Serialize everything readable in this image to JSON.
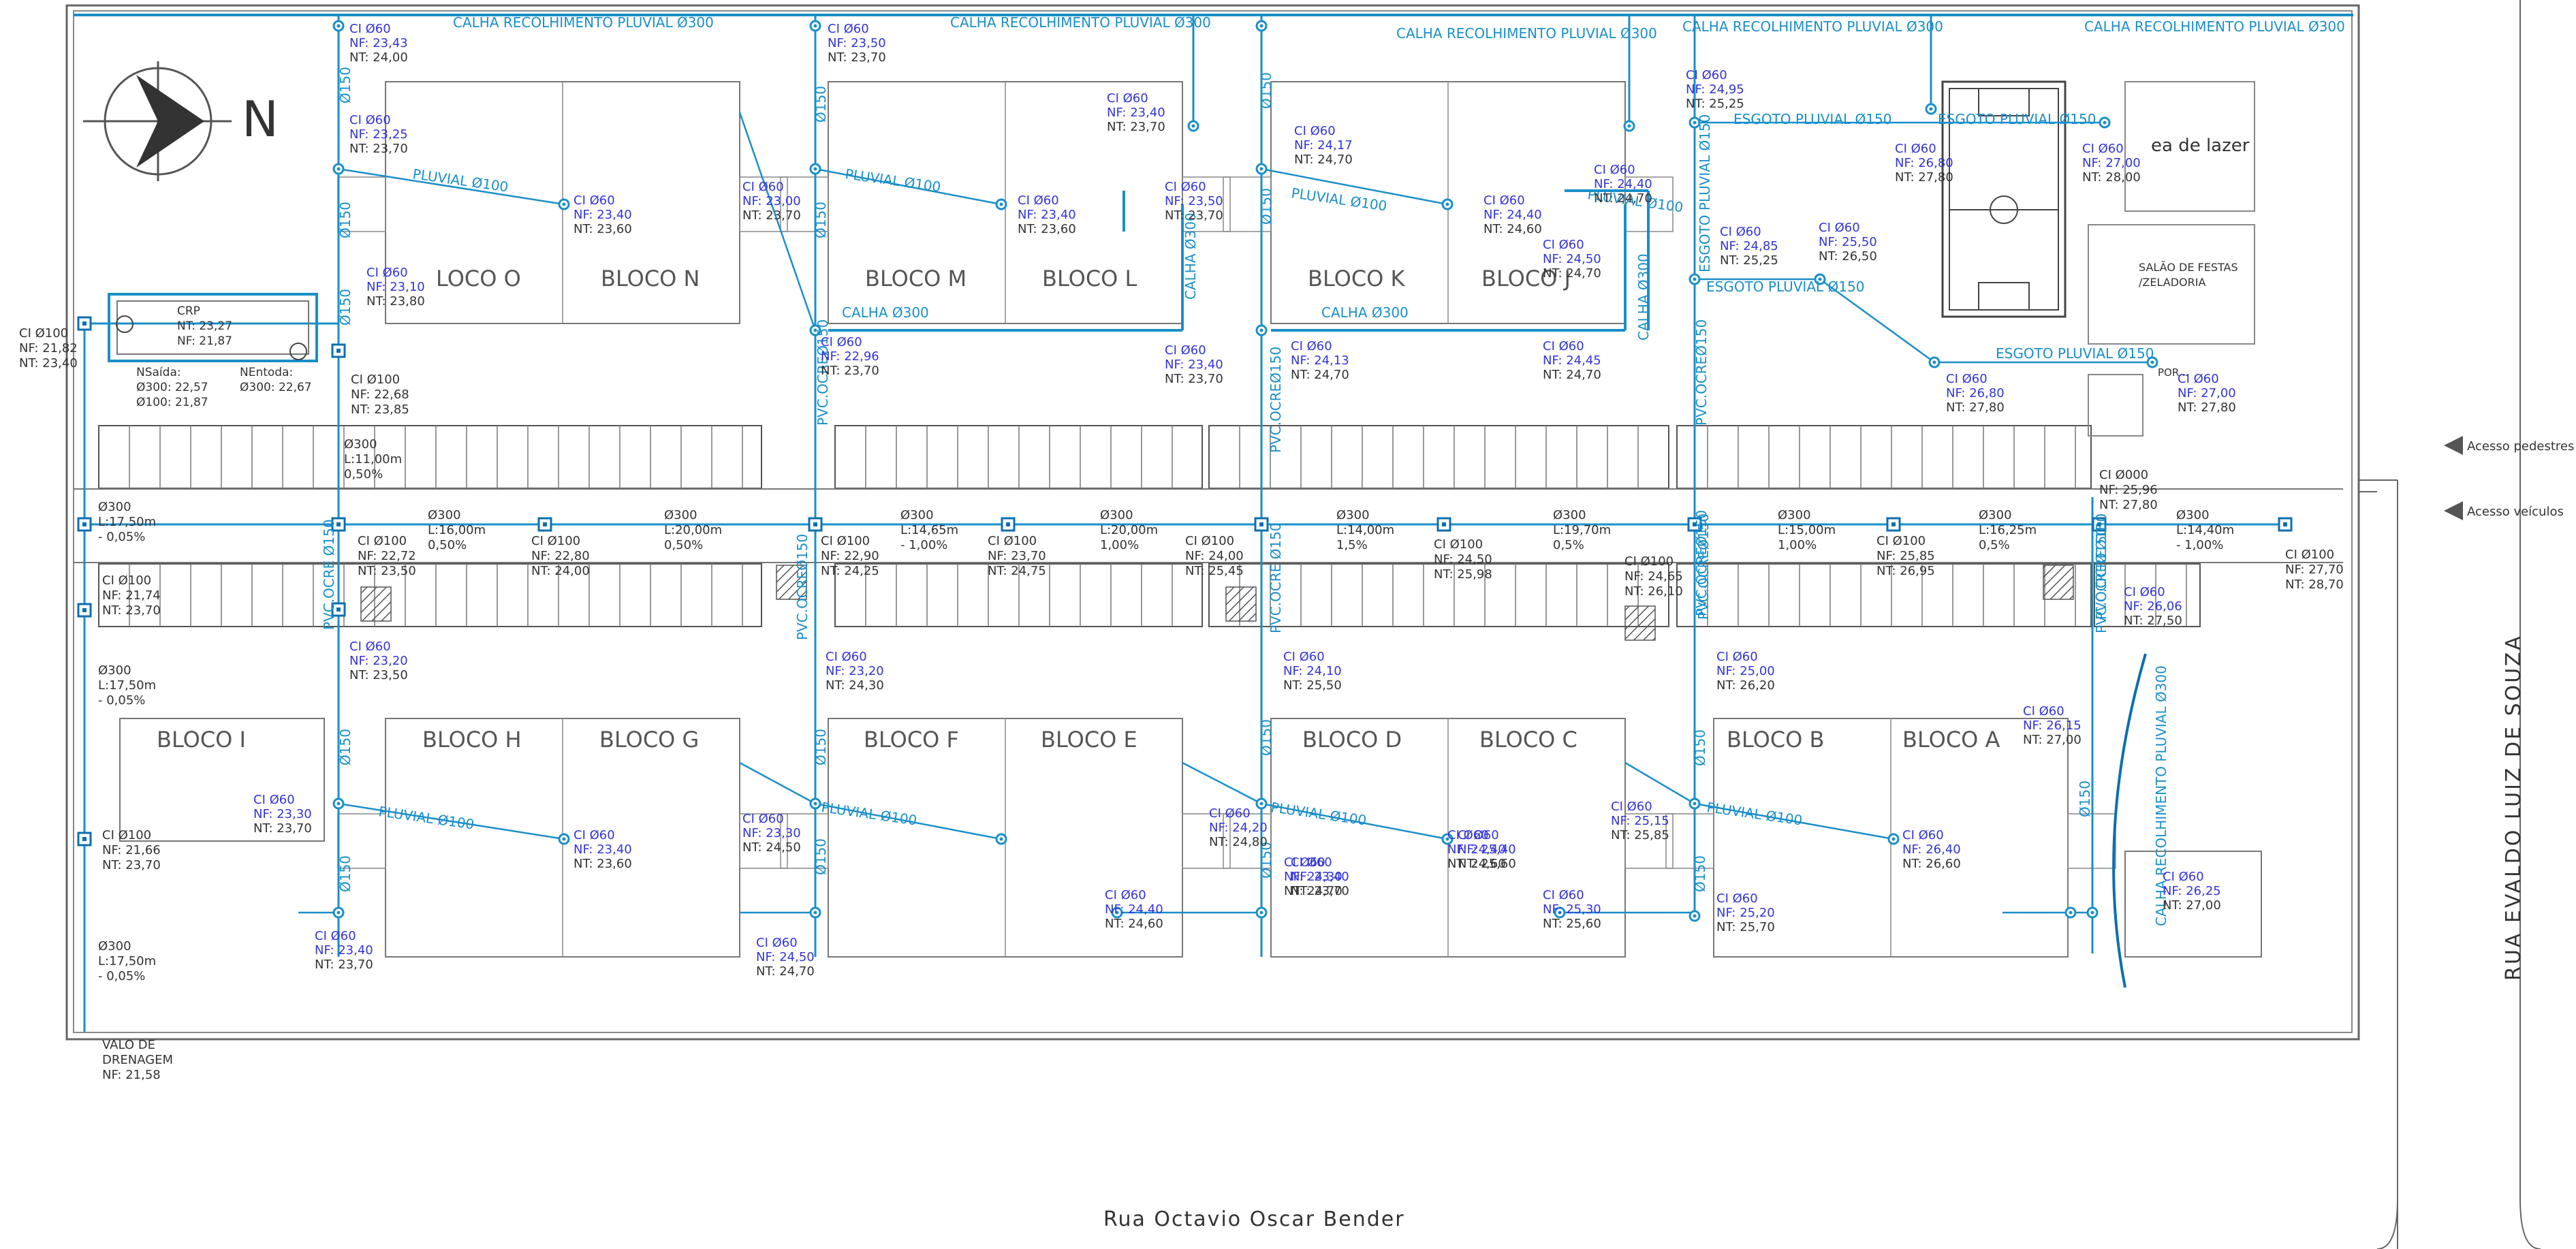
{
  "colors": {
    "pipe": "#1a8fc9",
    "pipe_dark": "#0d6fb0",
    "node_label": "#3434d6",
    "line": "#444444",
    "wall": "#8a8a8a"
  },
  "north": {
    "letter": "N"
  },
  "streets": {
    "bottom": "Rua Octavio Oscar Bender",
    "right": "RUA EVALDO LUIZ DE SOUZA"
  },
  "access": {
    "pedestrian": "Acesso pedestres",
    "vehicle": "Acesso veículos"
  },
  "valo": {
    "line1": "VALO DE",
    "line2": "DRENAGEM",
    "line3": "NF: 21,58"
  },
  "crp": {
    "title": "CRP",
    "nt": "NT: 23,27",
    "nf": "NF: 21,87",
    "nsaida": [
      "NSaída:",
      "Ø300: 22,57",
      "Ø100: 21,87"
    ],
    "nentrada": [
      "NEntoda:",
      "Ø300: 22,67"
    ]
  },
  "left_ci": {
    "title": "CI Ø100",
    "nf": "NF: 21,82",
    "nt": "NT: 23,40"
  },
  "facilities": {
    "lazer": "ea de lazer",
    "salao1": "SALÃO DE FESTAS",
    "salao2": "/ZELADORIA",
    "portaria": "POR..."
  },
  "blocks": [
    "LOCO O",
    "BLOCO N",
    "BLOCO M",
    "BLOCO L",
    "BLOCO K",
    "BLOCO J",
    "BLOCO I",
    "BLOCO H",
    "BLOCO G",
    "BLOCO F",
    "BLOCO E",
    "BLOCO D",
    "BLOCO C",
    "BLOCO B",
    "BLOCO A"
  ],
  "pipe_labels": [
    "CALHA RECOLHIMENTO PLUVIAL Ø300",
    "CALHA RECOLHIMENTO PLUVIAL Ø300",
    "CALHA RECOLHIMENTO PLUVIAL Ø300",
    "CALHA RECOLHIMENTO PLUVIAL Ø300",
    "CALHA RECOLHIMENTO PLUVIAL Ø300",
    "PLUVIAL Ø100",
    "PLUVIAL Ø100",
    "PLUVIAL Ø100",
    "PLUVIAL Ø100",
    "PLUVIAL Ø100",
    "PLUVIAL Ø100",
    "PLUVIAL Ø100",
    "PLUVIAL Ø100",
    "CALHA Ø300",
    "CALHA Ø300",
    "CALHA Ø300",
    "CALHA Ø300",
    "ESGOTO PLUVIAL Ø150",
    "ESGOTO PLUVIAL Ø150",
    "ESGOTO PLUVIAL Ø150",
    "ESGOTO PLUVIAL Ø150",
    "ESGOTO PLUVIAL Ø150",
    "CALHA RECOLHIMENTO PLUVIAL Ø300",
    "Ø150",
    "Ø150",
    "Ø150",
    "Ø150",
    "Ø150",
    "Ø150",
    "Ø150",
    "Ø150",
    "Ø150",
    "Ø150",
    "Ø150",
    "Ø150",
    "Ø150",
    "Ø150",
    "Ø150",
    "Ø150",
    "PVC.OCRE Ø150",
    "PVC.OCREØ150",
    "PVC.OCREØ150",
    "PVC.OCREØ150",
    "PVC.OCREØ150",
    "PVC.OCRE Ø150",
    "PVC.OCREØ150",
    "PVC.OCREØ150",
    "PVC.OCREØ150",
    "PVC.OCREØ150"
  ],
  "ci60": [
    [
      "CI Ø60",
      "NF: 23,43",
      "NT: 24,00"
    ],
    [
      "CI Ø60",
      "NF: 23,25",
      "NT: 23,70"
    ],
    [
      "CI Ø60",
      "NF: 23,40",
      "NT: 23,60"
    ],
    [
      "CI Ø60",
      "NF: 23,10",
      "NT: 23,80"
    ],
    [
      "CI Ø60",
      "NF: 23,50",
      "NT: 23,70"
    ],
    [
      "CI Ø60",
      "NF: 23,00",
      "NT: 23,70"
    ],
    [
      "CI Ø60",
      "NF: 23,40",
      "NT: 23,60"
    ],
    [
      "CI Ø60",
      "NF: 23,40",
      "NT: 23,70"
    ],
    [
      "CI Ø60",
      "NF: 22,96",
      "NT: 23,70"
    ],
    [
      "CI Ø60",
      "NF: 23,50",
      "NT: 23,70"
    ],
    [
      "CI Ø60",
      "NF: 23,40",
      "NT: 23,70"
    ],
    [
      "CI Ø60",
      "NF: 24,17",
      "NT: 24,70"
    ],
    [
      "CI Ø60",
      "NF: 24,40",
      "NT: 24,60"
    ],
    [
      "CI Ø60",
      "NF: 24,13",
      "NT: 24,70"
    ],
    [
      "CI Ø60",
      "NF: 24,40",
      "NT: 24,70"
    ],
    [
      "CI Ø60",
      "NF: 24,50",
      "NT: 24,70"
    ],
    [
      "CI Ø60",
      "NF: 24,45",
      "NT: 24,70"
    ],
    [
      "CI Ø60",
      "NF: 24,95",
      "NT: 25,25"
    ],
    [
      "CI Ø60",
      "NF: 24,85",
      "NT: 25,25"
    ],
    [
      "CI Ø60",
      "NF: 25,50",
      "NT: 26,50"
    ],
    [
      "CI Ø60",
      "NF: 26,80",
      "NT: 27,80"
    ],
    [
      "CI Ø60",
      "NF: 27,00",
      "NT: 28,00"
    ],
    [
      "CI Ø60",
      "NF: 26,80",
      "NT: 27,80"
    ],
    [
      "CI Ø60",
      "NF: 27,00",
      "NT: 27,80"
    ],
    [
      "CI Ø60",
      "NF: 26,06",
      "NT: 27,50"
    ],
    [
      "CI Ø60",
      "NF: 23,20",
      "NT: 23,50"
    ],
    [
      "CI Ø60",
      "NF: 23,30",
      "NT: 23,70"
    ],
    [
      "CI Ø60",
      "NF: 23,40",
      "NT: 23,60"
    ],
    [
      "CI Ø60",
      "NF: 23,40",
      "NT: 23,70"
    ],
    [
      "CI Ø60",
      "NF: 23,20",
      "NT: 24,30"
    ],
    [
      "CI Ø60",
      "NF: 23,30",
      "NT: 24,50"
    ],
    [
      "CI Ø60",
      "NF: 24,40",
      "NT: 24,60"
    ],
    [
      "CI Ø60",
      "NF: 23,40",
      "NT: 23,70"
    ],
    [
      "CI Ø60",
      "NF: 24,10",
      "NT: 25,50"
    ],
    [
      "CI Ø60",
      "NF: 24,20",
      "NT: 24,80"
    ],
    [
      "CI Ø60",
      "NF: 24,40",
      "NT: 24,60"
    ],
    [
      "CI Ø60",
      "NF: 24,30",
      "NT: 24,70"
    ],
    [
      "CI Ø60",
      "NF: 25,40",
      "NT: 25,60"
    ],
    [
      "CI Ø60",
      "NF: 25,00",
      "NT: 26,20"
    ],
    [
      "CI Ø60",
      "NF: 25,15",
      "NT: 25,85"
    ],
    [
      "CI Ø60",
      "NF: 25,30",
      "NT: 25,60"
    ],
    [
      "CI Ø60",
      "NF: 25,20",
      "NT: 25,70"
    ],
    [
      "CI Ø60",
      "NF: 26,40",
      "NT: 26,60"
    ],
    [
      "CI Ø60",
      "NF: 26,15",
      "NT: 27,00"
    ],
    [
      "CI Ø60",
      "NF: 26,25",
      "NT: 27,00"
    ],
    [
      "CI Ø60",
      "NF: 24,50",
      "NT: 24,70"
    ]
  ],
  "ci100": [
    [
      "CI Ø100",
      "NF: 22,68",
      "NT: 23,85"
    ],
    [
      "CI Ø100",
      "NF: 22,72",
      "NT: 23,50"
    ],
    [
      "CI Ø100",
      "NF: 22,80",
      "NT: 24,00"
    ],
    [
      "CI Ø100",
      "NF: 22,90",
      "NT: 24,25"
    ],
    [
      "CI Ø100",
      "NF: 23,70",
      "NT: 24,75"
    ],
    [
      "CI Ø100",
      "NF: 24,00",
      "NT: 25,45"
    ],
    [
      "CI Ø100",
      "NF: 24,50",
      "NT: 25,98"
    ],
    [
      "CI Ø100",
      "NF: 24,65",
      "NT: 26,10"
    ],
    [
      "CI Ø100",
      "NF: 25,85",
      "NT: 26,95"
    ],
    [
      "CI Ø100",
      "NF: 27,70",
      "NT: 28,70"
    ],
    [
      "CI Ø100",
      "NF: 21,74",
      "NT: 23,70"
    ],
    [
      "CI Ø100",
      "NF: 21,66",
      "NT: 23,70"
    ],
    [
      "CI Ø000",
      "NF: 25,96",
      "NT: 27,80"
    ]
  ],
  "segments": [
    [
      "Ø300",
      "L:11,00m",
      "0,50%"
    ],
    [
      "Ø300",
      "L:17,50m",
      "- 0,05%"
    ],
    [
      "Ø300",
      "L:16,00m",
      "0,50%"
    ],
    [
      "Ø300",
      "L:20,00m",
      "0,50%"
    ],
    [
      "Ø300",
      "L:14,65m",
      "- 1,00%"
    ],
    [
      "Ø300",
      "L:20,00m",
      "1,00%"
    ],
    [
      "Ø300",
      "L:14,00m",
      "1,5%"
    ],
    [
      "Ø300",
      "L:19,70m",
      "0,5%"
    ],
    [
      "Ø300",
      "L:15,00m",
      "1,00%"
    ],
    [
      "Ø300",
      "L:16,25m",
      "0,5%"
    ],
    [
      "Ø300",
      "L:14,40m",
      "- 1,00%"
    ],
    [
      "Ø300",
      "L:17,50m",
      "- 0,05%"
    ],
    [
      "Ø300",
      "L:17,50m",
      "- 0,05%"
    ]
  ]
}
